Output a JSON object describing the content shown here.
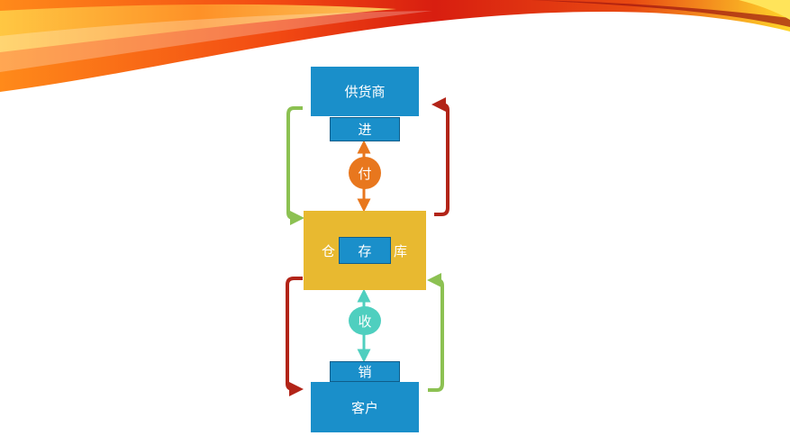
{
  "diagram": {
    "supplier": "供货商",
    "inbound": "进",
    "pay": "付",
    "warehouse_left": "仓",
    "warehouse_center": "存",
    "warehouse_right": "库",
    "receive": "收",
    "sales": "销",
    "customer": "客户"
  },
  "colors": {
    "box_blue": "#1a8fca",
    "warehouse": "#e8b930",
    "pay": "#e8771e",
    "receive": "#4fcfbf",
    "green_arrow": "#8cc152",
    "red_arrow": "#b22418"
  }
}
